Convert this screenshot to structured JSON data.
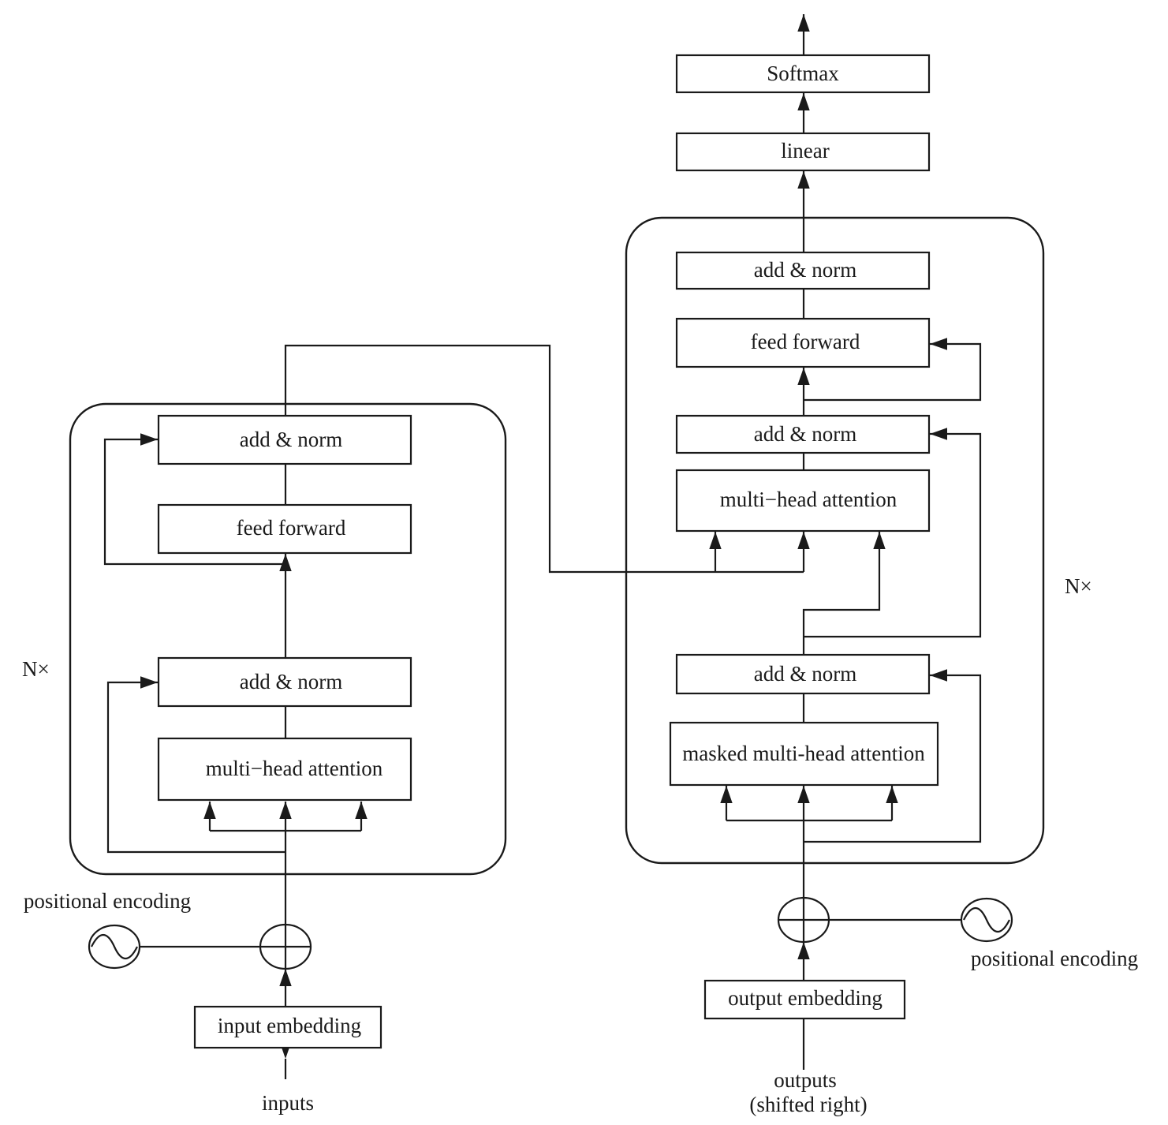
{
  "encoder": {
    "repeat_label": "N×",
    "add_norm_top": "add & norm",
    "feed_forward": "feed forward",
    "add_norm_bottom": "add & norm",
    "multi_head_attention": "multi−head attention",
    "positional_encoding": "positional encoding",
    "input_embedding": "input embedding",
    "inputs": "inputs"
  },
  "decoder": {
    "softmax": "Softmax",
    "linear": "linear",
    "add_norm_top": "add & norm",
    "feed_forward": "feed forward",
    "add_norm_mid": "add & norm",
    "multi_head_attention": "multi−head attention",
    "add_norm_bottom": "add & norm",
    "masked_attention": "masked multi-head attention",
    "repeat_label": "N×",
    "positional_encoding": "positional encoding",
    "output_embedding": "output embedding",
    "outputs_line1": "outputs",
    "outputs_line2": "(shifted right)"
  }
}
